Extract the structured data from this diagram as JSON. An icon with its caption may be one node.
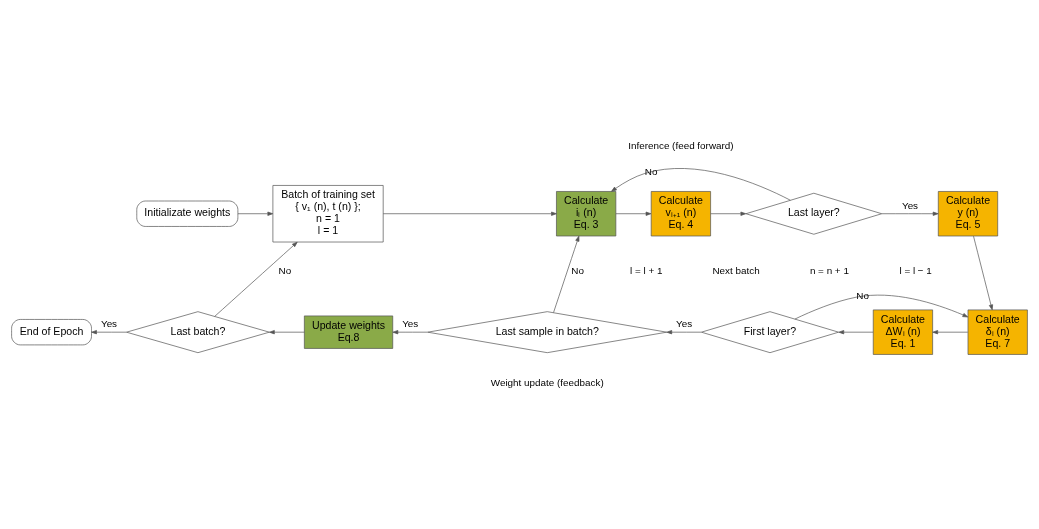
{
  "diagram": {
    "nodes": [
      {
        "text": [
          "Initializate weights"
        ]
      },
      {
        "text": [
          "Batch of training set",
          "{ v₁ (n), t (n) };",
          "n = 1",
          "l = 1"
        ]
      },
      {
        "text": [
          "Calculate",
          "iₗ (n)",
          "Eq. 3"
        ]
      },
      {
        "text": [
          "Calculate",
          "vₗ₊₁ (n)",
          "Eq. 4"
        ]
      },
      {
        "text": [
          "Last layer?"
        ]
      },
      {
        "text": [
          "Calculate",
          "y (n)",
          "Eq. 5"
        ]
      },
      {
        "text": [
          "Calculate",
          "δₗ (n)",
          "Eq. 7"
        ]
      },
      {
        "text": [
          "Calculate",
          "ΔWₗ (n)",
          "Eq. 1"
        ]
      },
      {
        "text": [
          "First layer?"
        ]
      },
      {
        "text": [
          "Last sample in batch?"
        ]
      },
      {
        "text": [
          "Update weights",
          "Eq.8"
        ]
      },
      {
        "text": [
          "Last batch?"
        ]
      },
      {
        "text": [
          "End of Epoch"
        ]
      }
    ],
    "edges": [
      {
        "from": 0,
        "to": 1,
        "arrow": "to"
      },
      {
        "from": 1,
        "to": 2,
        "arrow": "to"
      },
      {
        "from": 2,
        "to": 3,
        "arrow": "to"
      },
      {
        "from": 3,
        "to": 4,
        "arrow": "to"
      },
      {
        "from": 4,
        "to": 5,
        "arrow": "to",
        "label": "Yes"
      },
      {
        "from": 4,
        "to": 2,
        "arrow": "to",
        "label": "No"
      },
      {
        "from": 5,
        "to": 6,
        "arrow": "to"
      },
      {
        "from": 6,
        "to": 7,
        "arrow": "to"
      },
      {
        "from": 7,
        "to": 8,
        "arrow": "to"
      },
      {
        "from": 8,
        "to": 6,
        "arrow": "to",
        "label": "No"
      },
      {
        "from": 8,
        "to": 9,
        "arrow": "to",
        "label": "Yes"
      },
      {
        "from": 9,
        "to": 2,
        "arrow": "to",
        "label": "No"
      },
      {
        "from": 9,
        "to": 10,
        "arrow": "to",
        "label": "Yes"
      },
      {
        "from": 10,
        "to": 11,
        "arrow": "to"
      },
      {
        "from": 11,
        "to": 1,
        "arrow": "to",
        "label": "No"
      },
      {
        "from": 11,
        "to": 12,
        "arrow": "to",
        "label": "Yes"
      }
    ],
    "labels": [
      "Inference (feed forward)",
      "l = l + 1",
      "Next batch",
      "n = n + 1",
      "l = l − 1",
      "Weight update (feedback)"
    ]
  }
}
